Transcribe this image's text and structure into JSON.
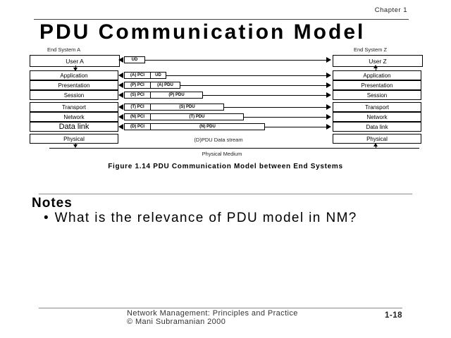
{
  "header": {
    "chapter": "Chapter 1",
    "title": "PDU Communication Model"
  },
  "diagram": {
    "end_system_a": "End System A",
    "end_system_z": "End System Z",
    "user_a": "User A",
    "user_z": "User Z",
    "layers": [
      "Application",
      "Presentation",
      "Session",
      "Transport",
      "Network",
      "Data link",
      "Physical"
    ],
    "pdu_rows": [
      {
        "layer": "user",
        "cells": [
          "UD"
        ]
      },
      {
        "layer": "application",
        "cells": [
          "(A) PCI",
          "UD"
        ]
      },
      {
        "layer": "presentation",
        "cells": [
          "(P) PCI",
          "(A) PDU"
        ]
      },
      {
        "layer": "session",
        "cells": [
          "(S) PCI",
          "(P) PDU"
        ]
      },
      {
        "layer": "transport",
        "cells": [
          "(T) PCI",
          "(S) PDU"
        ]
      },
      {
        "layer": "network",
        "cells": [
          "(N) PCI",
          "(T) PDU"
        ]
      },
      {
        "layer": "data-link",
        "cells": [
          "(D) PCI",
          "(N) PDU"
        ]
      }
    ],
    "data_stream_label": "(D)PDU  Data stream",
    "physical_medium_label": "Physical Medium"
  },
  "figure_caption": "Figure 1.14 PDU Communication Model between End Systems",
  "notes": {
    "heading": "Notes",
    "bullet_char": "•",
    "bullets": [
      "What is the relevance of PDU model in NM?"
    ]
  },
  "footer": {
    "line1": "Network Management: Principles and Practice",
    "line2": "©  Mani Subramanian 2000",
    "page": "1-18"
  },
  "colors": {
    "ink": "#000000",
    "rule_gray": "#8a8a8a",
    "background": "#ffffff"
  }
}
